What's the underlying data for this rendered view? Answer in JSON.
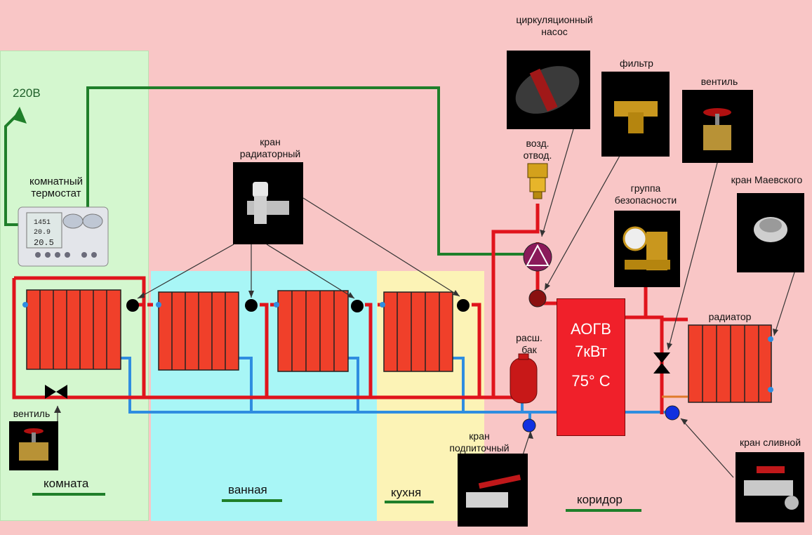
{
  "labels": {
    "voltage": "220В",
    "thermostat": "комнатный\nтермостат",
    "radiator_valve": "кран\nрадиаторный",
    "pump": "циркуляционный\nнасос",
    "filter": "фильтр",
    "valve_top": "вентиль",
    "air_vent": "возд.\nотвод.",
    "safety_group": "группа\nбезопасности",
    "mayevsky": "кран Маевского",
    "radiator": "радиатор",
    "exp_tank": "расш.\nбак",
    "boiler_line1": "АОГВ",
    "boiler_line2": "7кВт",
    "boiler_line3": "75° С",
    "valve_left": "вентиль",
    "fill_valve": "кран\nподпиточный",
    "drain_valve": "кран сливной"
  },
  "zones": {
    "room": "комната",
    "bathroom": "ванная",
    "kitchen": "кухня",
    "corridor": "коридор"
  },
  "colors": {
    "supply": "#e0141c",
    "return": "#2f8de0",
    "control_wire": "#1f7f2a",
    "radiator": "#f0402a"
  }
}
